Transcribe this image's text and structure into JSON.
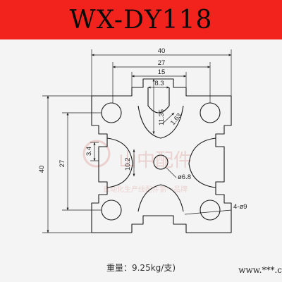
{
  "header": {
    "title": "WX-DY118",
    "banner_color": "#f2231c"
  },
  "dimensions": {
    "overall_width": "40",
    "slot_span_outer": "27",
    "slot_span_inner": "15",
    "slot_opening": "8.3",
    "slot_depth": "11.35",
    "wall_thickness": "1.63",
    "overall_height": "40",
    "hole_spacing": "27",
    "lip_thickness": "3.4",
    "core_size": "10.2",
    "center_hole": "ø6.8",
    "corner_holes": "4-ø9"
  },
  "watermark": {
    "line1": "山中配件",
    "line2": "自动化生产线配件第一品牌"
  },
  "footer": {
    "weight": "重量：9.25kg/支)",
    "website": "www.***.c"
  }
}
